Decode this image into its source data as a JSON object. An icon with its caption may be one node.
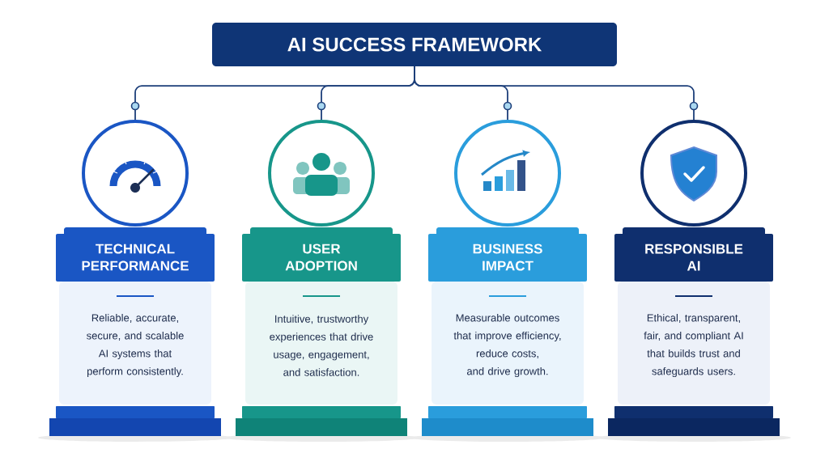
{
  "diagram": {
    "nodes": [
      {
        "text": [
          "AI SUCCESS FRAMEWORK"
        ]
      },
      {
        "text": [],
        "shape": "circle"
      },
      {
        "text": [],
        "shape": "circle"
      },
      {
        "text": [],
        "shape": "circle"
      },
      {
        "text": [],
        "shape": "circle"
      },
      {
        "text": [
          "TECHNICAL PERFORMANCE",
          "Reliable, accurate, secure, and scalable AI systems that perform consistently."
        ]
      },
      {
        "text": [
          "USER ADOPTION",
          "Intuitive, trustworthy experiences that drive usage, engagement, and satisfaction."
        ]
      },
      {
        "text": [
          "BUSINESS IMPACT",
          "Measurable outcomes that improve efficiency, reduce costs, and drive growth."
        ]
      },
      {
        "text": [
          "RESPONSIBLE AI",
          "Ethical, transparent, fair, and compliant AI that builds trust and safeguards users."
        ]
      }
    ],
    "edges": [
      {
        "from": 0,
        "to": 1,
        "arrow": "none"
      },
      {
        "from": 0,
        "to": 2,
        "arrow": "none"
      },
      {
        "from": 0,
        "to": 3,
        "arrow": "none"
      },
      {
        "from": 0,
        "to": 4,
        "arrow": "none"
      }
    ]
  }
}
